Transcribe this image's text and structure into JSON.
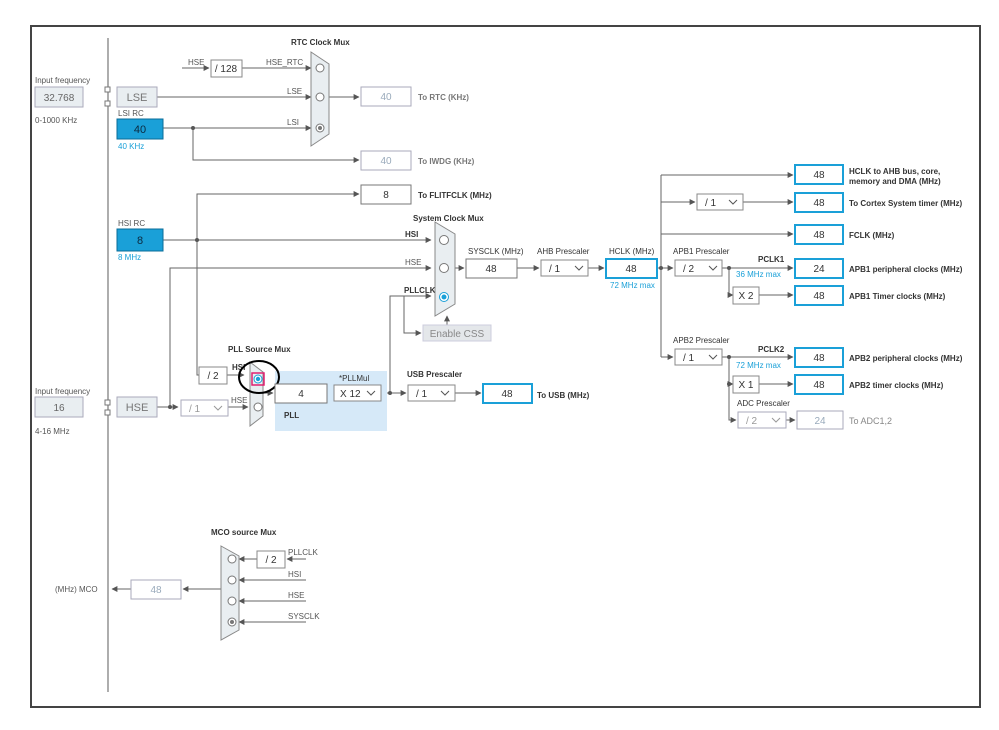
{
  "input_lse": {
    "caption": "Input frequency",
    "value": "32.768",
    "range": "0-1000 KHz"
  },
  "input_hse": {
    "caption": "Input frequency",
    "value": "16",
    "range": "4-16 MHz"
  },
  "osc": {
    "lse": "LSE",
    "lsi_title": "LSI RC",
    "lsi_value": "40",
    "lsi_freq": "40 KHz",
    "hsi_title": "HSI RC",
    "hsi_value": "8",
    "hsi_freq": "8 MHz",
    "hse": "HSE"
  },
  "rtc": {
    "title": "RTC Clock Mux",
    "hse_label": "HSE",
    "div": "/ 128",
    "hse_rtc": "HSE_RTC",
    "lse_label": "LSE",
    "lsi_label": "LSI",
    "rtc_value": "40",
    "rtc_out": "To RTC (KHz)",
    "iwdg_value": "40",
    "iwdg_out": "To IWDG (KHz)"
  },
  "flitf": {
    "value": "8",
    "out": "To FLITFCLK (MHz)"
  },
  "sysmux": {
    "title": "System Clock Mux",
    "hsi": "HSI",
    "hse": "HSE",
    "pllclk": "PLLCLK",
    "css": "Enable CSS"
  },
  "sysclk": {
    "title": "SYSCLK (MHz)",
    "value": "48"
  },
  "ahb": {
    "title": "AHB Prescaler",
    "value": "/ 1"
  },
  "hclk": {
    "title": "HCLK (MHz)",
    "value": "48",
    "max": "72 MHz max"
  },
  "apb1": {
    "title": "APB1 Prescaler",
    "value": "/ 2",
    "pclk": "PCLK1",
    "max": "36 MHz max",
    "timer_mul": "X 2"
  },
  "apb2": {
    "title": "APB2 Prescaler",
    "value": "/ 1",
    "pclk": "PCLK2",
    "max": "72 MHz max",
    "timer_mul": "X 1"
  },
  "adc": {
    "title": "ADC Prescaler",
    "value": "/ 2",
    "out_value": "24",
    "out": "To ADC1,2"
  },
  "cortex_div": "/ 1",
  "outputs": {
    "hclk_ahb_value": "48",
    "hclk_ahb_l1": "HCLK to AHB bus, core,",
    "hclk_ahb_l2": "memory and DMA (MHz)",
    "cortex_value": "48",
    "cortex_label": "To Cortex System timer (MHz)",
    "fclk_value": "48",
    "fclk_label": "FCLK (MHz)",
    "apb1p_value": "24",
    "apb1p_label": "APB1 peripheral clocks (MHz)",
    "apb1t_value": "48",
    "apb1t_label": "APB1 Timer clocks (MHz)",
    "apb2p_value": "48",
    "apb2p_label": "APB2 peripheral clocks (MHz)",
    "apb2t_value": "48",
    "apb2t_label": "APB2 timer clocks (MHz)"
  },
  "pll": {
    "src_title": "PLL Source Mux",
    "hsi_div": "/ 2",
    "hsi": "HSI",
    "hse": "HSE",
    "hse_div": "/ 1",
    "value": "4",
    "mul_title": "*PLLMul",
    "mul": "X 12",
    "label": "PLL"
  },
  "usb": {
    "title": "USB Prescaler",
    "value": "/ 1",
    "out_value": "48",
    "out": "To USB (MHz)"
  },
  "mco": {
    "title": "MCO source Mux",
    "div": "/ 2",
    "pllclk": "PLLCLK",
    "hsi": "HSI",
    "hse": "HSE",
    "sysclk": "SYSCLK",
    "value": "48",
    "label": "(MHz) MCO"
  },
  "colors": {
    "accent": "#1aa0d8",
    "selected": "#e02070",
    "annotation": "#000000",
    "box_fill": "#e9eef1",
    "pll_fill": "#d6e9f8"
  }
}
